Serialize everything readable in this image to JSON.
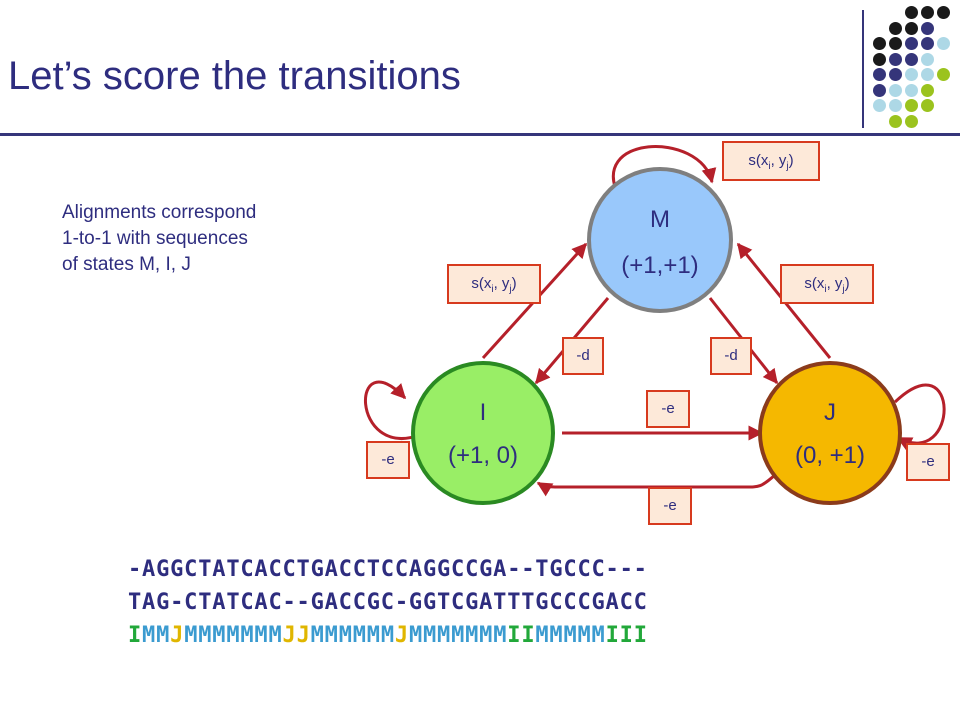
{
  "title": "Let’s score the transitions",
  "note_lines": [
    "Alignments correspond",
    "1-to-1 with sequences",
    "of states M, I, J"
  ],
  "states": {
    "M": {
      "name": "M",
      "sub": "(+1,+1)",
      "fill": "#99c8fb",
      "stroke": "#7f7f7f"
    },
    "I": {
      "name": "I",
      "sub": "(+1, 0)",
      "fill": "#99ee66",
      "stroke": "#2a8a22"
    },
    "J": {
      "name": "J",
      "sub": "(0, +1)",
      "fill": "#f5b800",
      "stroke": "#8b3b1b"
    }
  },
  "labels": {
    "self_m": {
      "text": "s(x",
      "i": "i",
      "mid": ", y",
      "j": "j",
      "close": ")"
    },
    "i_to_m": {
      "text": "s(x",
      "i": "i",
      "mid": ", y",
      "j": "j",
      "close": ")"
    },
    "j_to_m": {
      "text": "s(x",
      "i": "i",
      "mid": ", y",
      "j": "j",
      "close": ")"
    },
    "m_to_i": "-d",
    "m_to_j": "-d",
    "i_to_j": "-e",
    "j_to_i": "-e",
    "self_i": "-e",
    "self_j": "-e"
  },
  "sequences": {
    "top": "-AGGCTATCACCTGACCTCCAGGCCGA--TGCCC---",
    "bottom": "TAG-CTATCAC--GACCGC-GGTCGATTTGCCCGACC",
    "states": "IMMJMMMMMMMJJMMMMMMJMMMMMMMIIMMMMMIII"
  },
  "colors": {
    "accent": "#2e2d7f",
    "arrow": "#b5202a",
    "label_border": "#d73a1e",
    "label_fill": "#fde9d9",
    "state_I": "#22a83a",
    "state_M": "#3b9bd0",
    "state_J": "#e0b600",
    "decor": [
      "#1a1a1a",
      "#35357a",
      "#add8e6",
      "#9bc31e"
    ]
  }
}
